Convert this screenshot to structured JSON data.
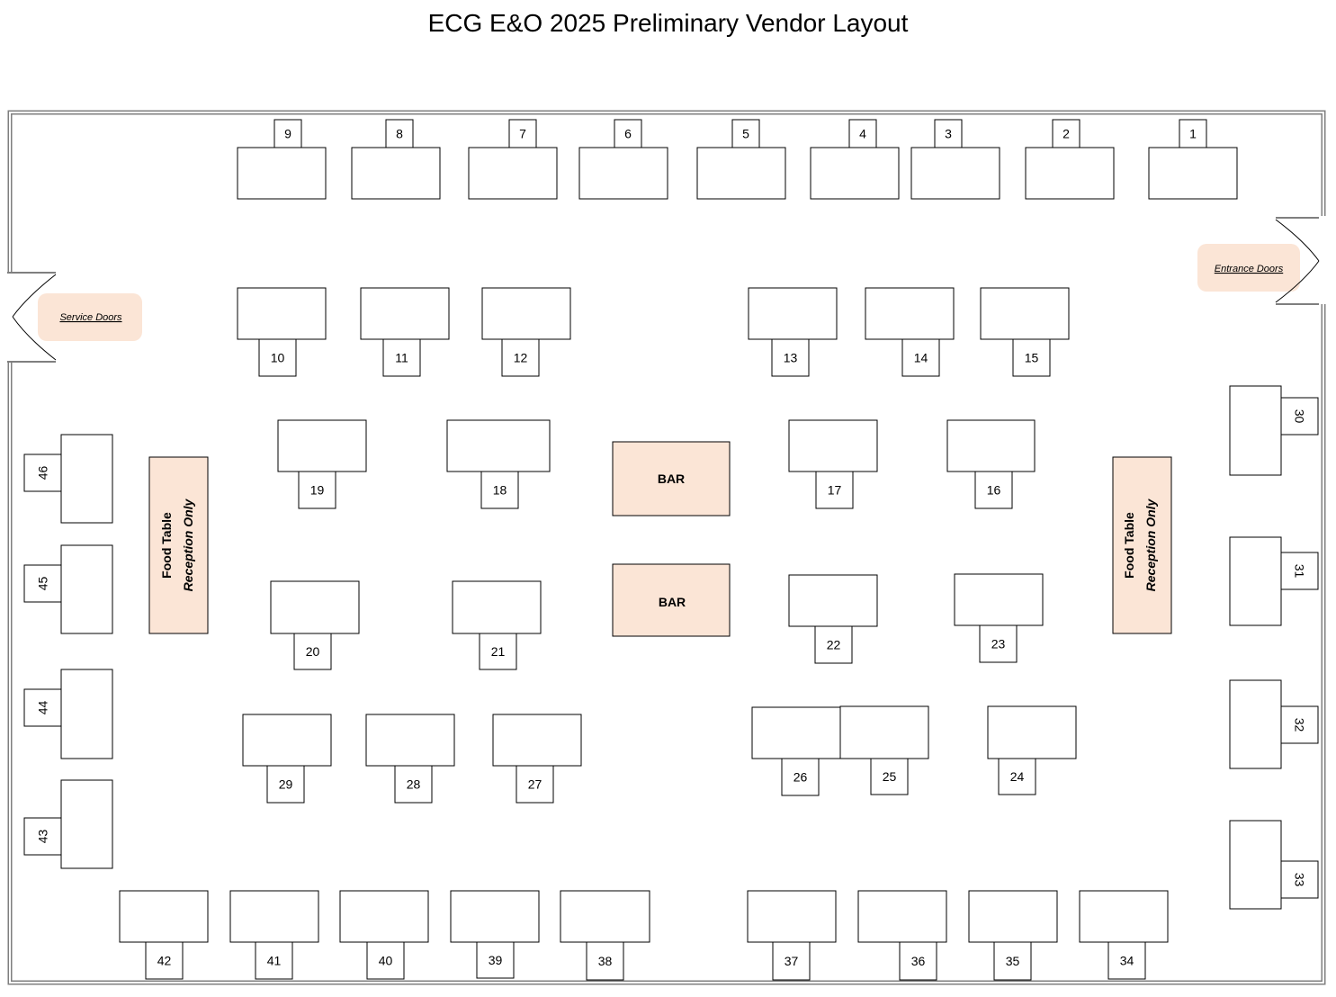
{
  "title": "ECG E&O 2025 Preliminary Vendor Layout",
  "colors": {
    "wall": "#7f7f7f",
    "wall_inner": "#ffffff",
    "outline": "#000000",
    "accent_fill": "#fbe5d6"
  },
  "doors": {
    "service": "Service Doors",
    "entrance": "Entrance Doors"
  },
  "bar": {
    "label": "BAR"
  },
  "food_table": {
    "line1": "Food Table",
    "line2": "Reception Only"
  },
  "booths": {
    "b1": "1",
    "b2": "2",
    "b3": "3",
    "b4": "4",
    "b5": "5",
    "b6": "6",
    "b7": "7",
    "b8": "8",
    "b9": "9",
    "b10": "10",
    "b11": "11",
    "b12": "12",
    "b13": "13",
    "b14": "14",
    "b15": "15",
    "b16": "16",
    "b17": "17",
    "b18": "18",
    "b19": "19",
    "b20": "20",
    "b21": "21",
    "b22": "22",
    "b23": "23",
    "b24": "24",
    "b25": "25",
    "b26": "26",
    "b27": "27",
    "b28": "28",
    "b29": "29",
    "b30": "30",
    "b31": "31",
    "b32": "32",
    "b33": "33",
    "b34": "34",
    "b35": "35",
    "b36": "36",
    "b37": "37",
    "b38": "38",
    "b39": "39",
    "b40": "40",
    "b41": "41",
    "b42": "42",
    "b43": "43",
    "b44": "44",
    "b45": "45",
    "b46": "46"
  }
}
